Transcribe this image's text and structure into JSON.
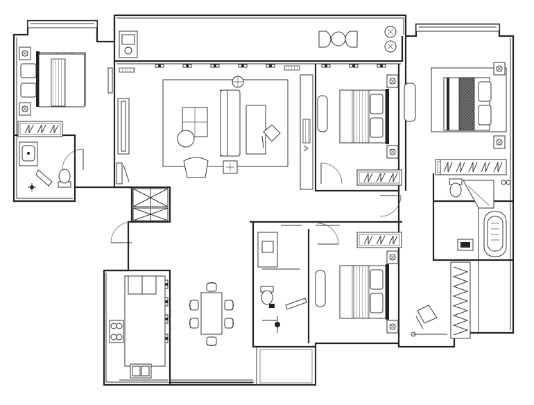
{
  "drawing": {
    "colors": {
      "line": "#222222",
      "background": "#ffffff",
      "accent_fill": "#bdbdbd"
    },
    "rooms": [
      {
        "id": "bedroom-left",
        "label": ""
      },
      {
        "id": "bath-left",
        "label": ""
      },
      {
        "id": "living-room",
        "label": ""
      },
      {
        "id": "balcony-top",
        "label": ""
      },
      {
        "id": "bedroom-center",
        "label": ""
      },
      {
        "id": "bedroom-master",
        "label": ""
      },
      {
        "id": "bath-master",
        "label": ""
      },
      {
        "id": "kitchen",
        "label": ""
      },
      {
        "id": "dining",
        "label": ""
      },
      {
        "id": "bath-center",
        "label": ""
      },
      {
        "id": "bedroom-lower",
        "label": ""
      },
      {
        "id": "study",
        "label": ""
      },
      {
        "id": "entry-storage",
        "label": ""
      }
    ]
  }
}
